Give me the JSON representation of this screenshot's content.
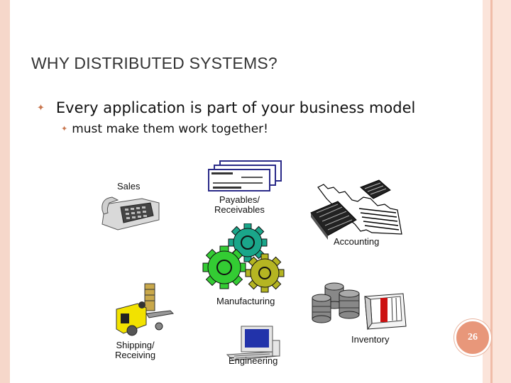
{
  "slide": {
    "title": "WHY DISTRIBUTED SYSTEMS?",
    "bullet1": "Every application is part of your business model",
    "bullet2": "must make them work together!",
    "page_number": "26"
  },
  "labels": {
    "sales": "Sales",
    "payables": "Payables/",
    "receivables": "Receivables",
    "accounting": "Accounting",
    "manufacturing": "Manufacturing",
    "shipping": "Shipping/",
    "receiving": "Receiving",
    "inventory": "Inventory",
    "engineering": "Engineering"
  },
  "icons": [
    "phone-icon",
    "documents-icon",
    "printer-paper-icon",
    "gears-icon",
    "forklift-icon",
    "computer-icon",
    "database-icon"
  ],
  "colors": {
    "accent": "#e8977a",
    "bullet": "#c9774f",
    "gear_teal": "#1aa68a",
    "gear_green": "#33cc33",
    "gear_olive": "#b5b522"
  }
}
